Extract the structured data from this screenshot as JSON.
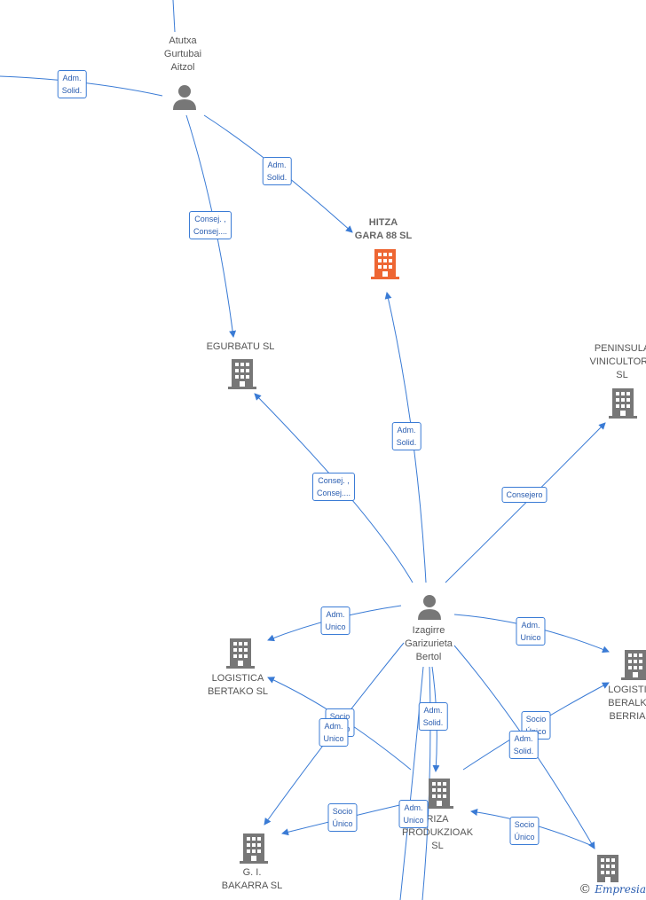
{
  "colors": {
    "edge": "#3a7bd5",
    "company": "#777777",
    "main_company": "#ee6633",
    "person": "#777777"
  },
  "nodes": {
    "atutxa": {
      "label": "Atutxa\nGurtubai\nAitzol",
      "icon": "person-icon"
    },
    "hitza": {
      "label": "HITZA\nGARA 88  SL",
      "icon": "building-icon"
    },
    "egurbatu": {
      "label": "EGURBATU  SL",
      "icon": "building-icon"
    },
    "peninsula": {
      "label": "PENINSULA\nVINICULTORE\nSL",
      "icon": "building-icon"
    },
    "izagirre": {
      "label": "Izagirre\nGarizurieta\nBertol",
      "icon": "person-icon"
    },
    "logistica_bertako": {
      "label": "LOGISTICA\nBERTAKO  SL",
      "icon": "building-icon"
    },
    "logistica_beralk": {
      "label": "LOGISTI\nBERALK\nBERRIA",
      "icon": "building-icon"
    },
    "riza": {
      "label": "RIZA\nPRODUKZIOAK\nSL",
      "icon": "building-icon"
    },
    "gi_bakarra": {
      "label": "G. I.\nBAKARRA  SL",
      "icon": "building-icon"
    },
    "bottom_right": {
      "label": "",
      "icon": "building-icon"
    }
  },
  "edge_labels": {
    "e1": "Adm.\nSolid.",
    "e2": "Adm.\nSolid.",
    "e3": "Consej. ,\nConsej....",
    "e4": "Consej. ,\nConsej....",
    "e5": "Adm.\nSolid.",
    "e6": "Consejero",
    "e7": "Adm.\nUnico",
    "e8": "Adm.\nUnico",
    "e9": "Socio\nÚnico",
    "e10": "Adm.\nUnico",
    "e11": "Adm.\nSolid.",
    "e12": "Socio\nÚnico",
    "e13": "Adm.\nSolid.",
    "e14": "Socio\nÚnico",
    "e15": "Adm.\nUnico",
    "e16": "Socio\nÚnico"
  },
  "brand": {
    "copyright": "©",
    "name": "Empresia"
  }
}
